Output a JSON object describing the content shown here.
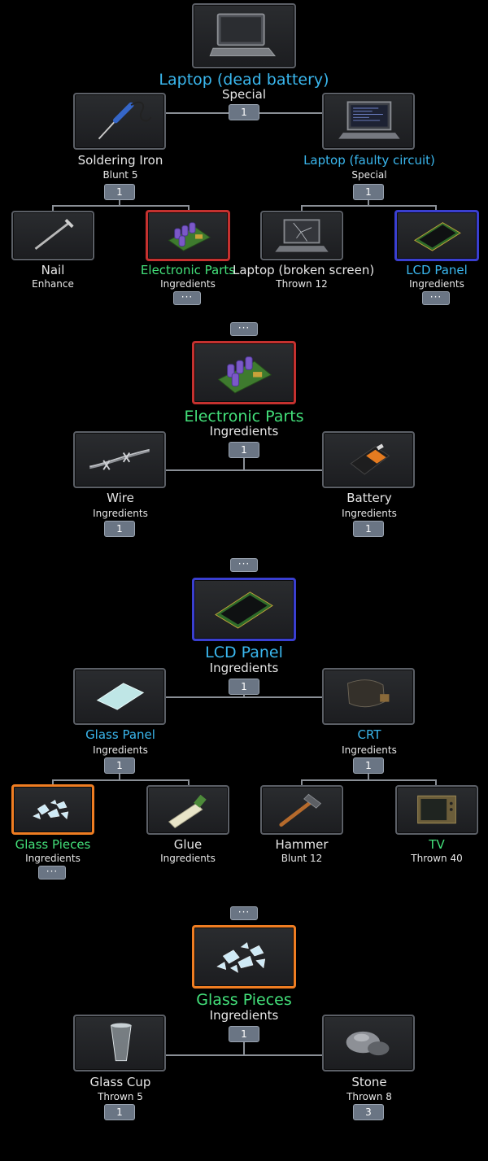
{
  "trees": [
    {
      "root": {
        "name": "Laptop (dead battery)",
        "sub": "Special",
        "count": "1"
      },
      "children": [
        {
          "name": "Soldering Iron",
          "sub": "Blunt 5",
          "count": "1"
        },
        {
          "name": "Laptop (faulty circuit)",
          "sub": "Special",
          "count": "1"
        }
      ],
      "grandchildren": [
        {
          "name": "Nail",
          "sub": "Enhance"
        },
        {
          "name": "Electronic Parts",
          "sub": "Ingredients",
          "more": "···"
        },
        {
          "name": "Laptop (broken screen)",
          "sub": "Thrown 12"
        },
        {
          "name": "LCD Panel",
          "sub": "Ingredients",
          "more": "···"
        }
      ]
    },
    {
      "more": "···",
      "root": {
        "name": "Electronic Parts",
        "sub": "Ingredients",
        "count": "1"
      },
      "children": [
        {
          "name": "Wire",
          "sub": "Ingredients",
          "count": "1"
        },
        {
          "name": "Battery",
          "sub": "Ingredients",
          "count": "1"
        }
      ]
    },
    {
      "more": "···",
      "root": {
        "name": "LCD Panel",
        "sub": "Ingredients",
        "count": "1"
      },
      "children": [
        {
          "name": "Glass Panel",
          "sub": "Ingredients",
          "count": "1"
        },
        {
          "name": "CRT",
          "sub": "Ingredients",
          "count": "1"
        }
      ],
      "grandchildren": [
        {
          "name": "Glass Pieces",
          "sub": "Ingredients",
          "more": "···"
        },
        {
          "name": "Glue",
          "sub": "Ingredients"
        },
        {
          "name": "Hammer",
          "sub": "Blunt 12"
        },
        {
          "name": "TV",
          "sub": "Thrown 40"
        }
      ]
    },
    {
      "more": "···",
      "root": {
        "name": "Glass Pieces",
        "sub": "Ingredients",
        "count": "1"
      },
      "children": [
        {
          "name": "Glass Cup",
          "sub": "Thrown 5",
          "count": "1"
        },
        {
          "name": "Stone",
          "sub": "Thrown 8",
          "count": "3"
        }
      ]
    }
  ],
  "colors": {
    "cyan_name": "#3ab7ee",
    "green_name": "#43e07a",
    "highlight_red": "#c4312f",
    "highlight_blue": "#3a3fd0",
    "highlight_orange": "#ef7d22",
    "badge": "#6a7584"
  },
  "icons": {
    "laptop_dead_battery": "laptop-icon",
    "soldering_iron": "soldering-iron-icon",
    "laptop_faulty_circuit": "laptop-screen-code-icon",
    "nail": "nail-icon",
    "electronic_parts": "circuit-board-icon",
    "laptop_broken_screen": "laptop-cracked-icon",
    "lcd_panel": "lcd-panel-icon",
    "wire": "barbed-wire-icon",
    "battery": "battery-icon",
    "glass_panel": "glass-panel-icon",
    "crt": "crt-tube-icon",
    "glass_pieces": "glass-shards-icon",
    "glue": "glue-tube-icon",
    "hammer": "hammer-icon",
    "tv": "tv-icon",
    "glass_cup": "glass-cup-icon",
    "stone": "stone-icon"
  }
}
